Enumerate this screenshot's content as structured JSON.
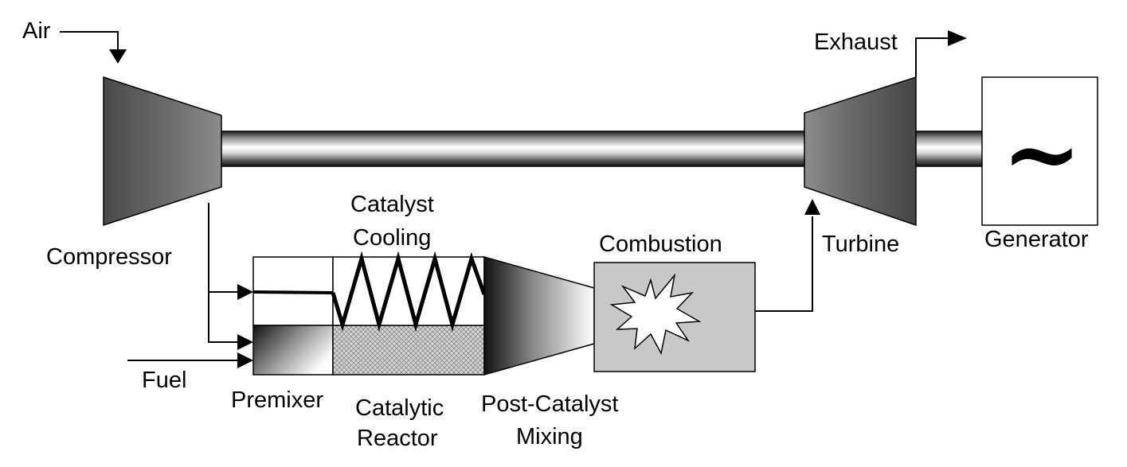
{
  "labels": {
    "air": "Air",
    "exhaust": "Exhaust",
    "compressor": "Compressor",
    "turbine": "Turbine",
    "generator": "Generator",
    "generator_symbol": "~",
    "catalyst_cooling_line1": "Catalyst",
    "catalyst_cooling_line2": "Cooling",
    "combustion": "Combustion",
    "fuel": "Fuel",
    "premixer": "Premixer",
    "catalytic_reactor_line1": "Catalytic",
    "catalytic_reactor_line2": "Reactor",
    "post_catalyst_line1": "Post-Catalyst",
    "post_catalyst_line2": "Mixing"
  },
  "colors": {
    "machine_dark": "#3c3c3c",
    "machine_light": "#8a8a8a",
    "combustor_fill": "#c8c8c8",
    "reactor_hatch": "#bdbdbd"
  }
}
